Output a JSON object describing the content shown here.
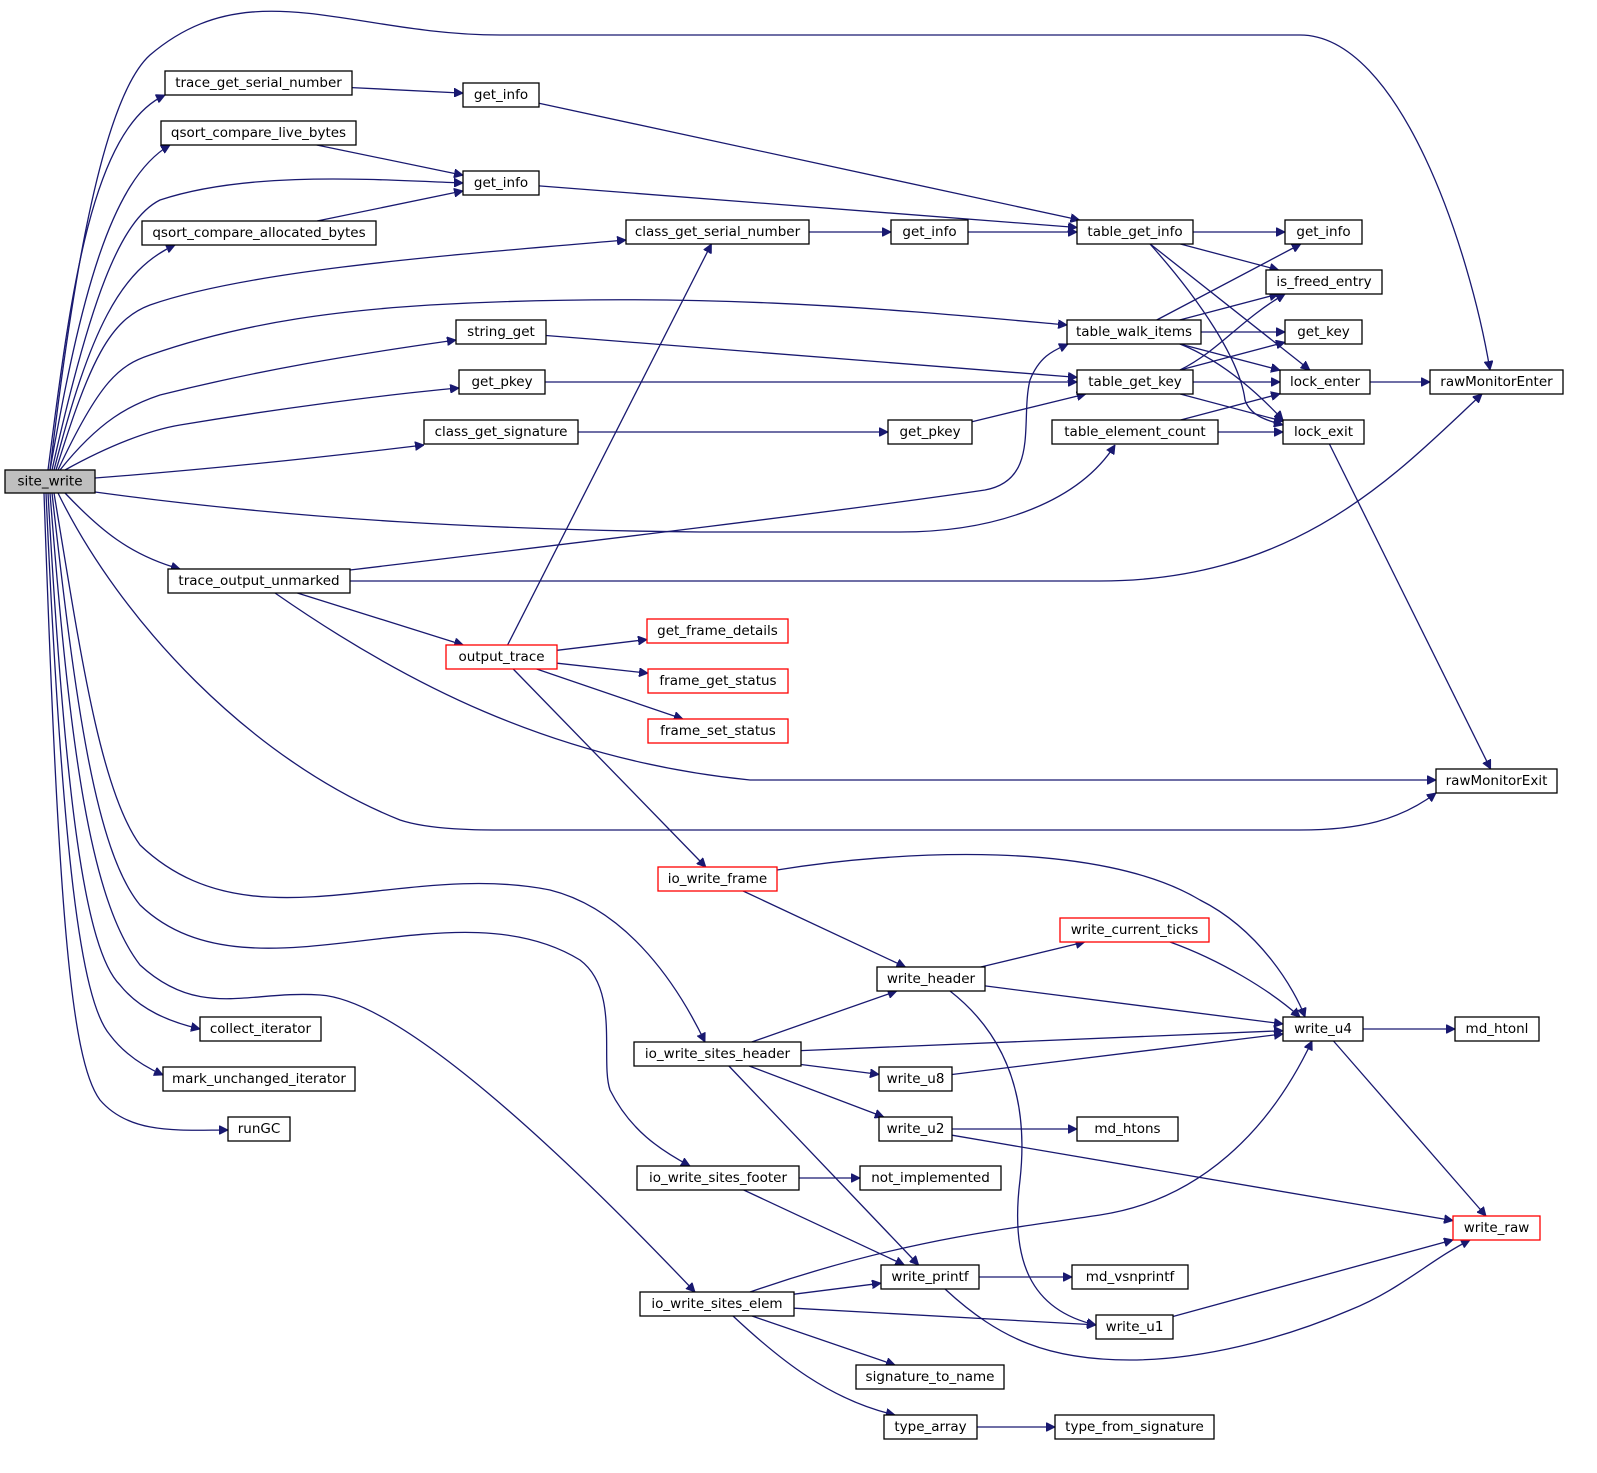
{
  "title": "site_write call graph",
  "colors": {
    "edge": "#191970",
    "node_border": "#000000",
    "node_border_incomplete": "#ff0000",
    "root_fill": "#bfbfbf"
  },
  "nodes": [
    {
      "id": "site_write",
      "label": "site_write",
      "root": true
    },
    {
      "id": "trace_get_serial_number",
      "label": "trace_get_serial_number"
    },
    {
      "id": "get_info_a",
      "label": "get_info"
    },
    {
      "id": "qsort_compare_live_bytes",
      "label": "qsort_compare_live_bytes"
    },
    {
      "id": "get_info_b",
      "label": "get_info"
    },
    {
      "id": "qsort_compare_allocated_bytes",
      "label": "qsort_compare_allocated_bytes"
    },
    {
      "id": "class_get_serial_number",
      "label": "class_get_serial_number"
    },
    {
      "id": "get_info_c",
      "label": "get_info"
    },
    {
      "id": "table_get_info",
      "label": "table_get_info"
    },
    {
      "id": "get_info_d",
      "label": "get_info"
    },
    {
      "id": "is_freed_entry",
      "label": "is_freed_entry"
    },
    {
      "id": "table_walk_items",
      "label": "table_walk_items"
    },
    {
      "id": "get_key",
      "label": "get_key"
    },
    {
      "id": "string_get",
      "label": "string_get"
    },
    {
      "id": "get_pkey_a",
      "label": "get_pkey"
    },
    {
      "id": "table_get_key",
      "label": "table_get_key"
    },
    {
      "id": "lock_enter",
      "label": "lock_enter"
    },
    {
      "id": "rawMonitorEnter",
      "label": "rawMonitorEnter"
    },
    {
      "id": "class_get_signature",
      "label": "class_get_signature"
    },
    {
      "id": "get_pkey_b",
      "label": "get_pkey"
    },
    {
      "id": "table_element_count",
      "label": "table_element_count"
    },
    {
      "id": "lock_exit",
      "label": "lock_exit"
    },
    {
      "id": "trace_output_unmarked",
      "label": "trace_output_unmarked"
    },
    {
      "id": "output_trace",
      "label": "output_trace",
      "incomplete": true
    },
    {
      "id": "get_frame_details",
      "label": "get_frame_details",
      "incomplete": true
    },
    {
      "id": "frame_get_status",
      "label": "frame_get_status",
      "incomplete": true
    },
    {
      "id": "frame_set_status",
      "label": "frame_set_status",
      "incomplete": true
    },
    {
      "id": "rawMonitorExit",
      "label": "rawMonitorExit"
    },
    {
      "id": "io_write_frame",
      "label": "io_write_frame",
      "incomplete": true
    },
    {
      "id": "write_current_ticks",
      "label": "write_current_ticks",
      "incomplete": true
    },
    {
      "id": "write_header",
      "label": "write_header"
    },
    {
      "id": "collect_iterator",
      "label": "collect_iterator"
    },
    {
      "id": "io_write_sites_header",
      "label": "io_write_sites_header"
    },
    {
      "id": "write_u4",
      "label": "write_u4"
    },
    {
      "id": "md_htonl",
      "label": "md_htonl"
    },
    {
      "id": "mark_unchanged_iterator",
      "label": "mark_unchanged_iterator"
    },
    {
      "id": "write_u8",
      "label": "write_u8"
    },
    {
      "id": "runGC",
      "label": "runGC"
    },
    {
      "id": "write_u2",
      "label": "write_u2"
    },
    {
      "id": "md_htons",
      "label": "md_htons"
    },
    {
      "id": "io_write_sites_footer",
      "label": "io_write_sites_footer"
    },
    {
      "id": "not_implemented",
      "label": "not_implemented"
    },
    {
      "id": "write_raw",
      "label": "write_raw",
      "incomplete": true
    },
    {
      "id": "write_printf",
      "label": "write_printf"
    },
    {
      "id": "md_vsnprintf",
      "label": "md_vsnprintf"
    },
    {
      "id": "io_write_sites_elem",
      "label": "io_write_sites_elem"
    },
    {
      "id": "write_u1",
      "label": "write_u1"
    },
    {
      "id": "signature_to_name",
      "label": "signature_to_name"
    },
    {
      "id": "type_array",
      "label": "type_array"
    },
    {
      "id": "type_from_signature",
      "label": "type_from_signature"
    }
  ],
  "edges": [
    [
      "site_write",
      "trace_get_serial_number"
    ],
    [
      "site_write",
      "qsort_compare_live_bytes"
    ],
    [
      "site_write",
      "get_info_b"
    ],
    [
      "site_write",
      "qsort_compare_allocated_bytes"
    ],
    [
      "site_write",
      "class_get_serial_number"
    ],
    [
      "site_write",
      "table_walk_items"
    ],
    [
      "site_write",
      "string_get"
    ],
    [
      "site_write",
      "get_pkey_a"
    ],
    [
      "site_write",
      "class_get_signature"
    ],
    [
      "site_write",
      "table_element_count"
    ],
    [
      "site_write",
      "trace_output_unmarked"
    ],
    [
      "site_write",
      "rawMonitorEnter"
    ],
    [
      "site_write",
      "rawMonitorExit"
    ],
    [
      "site_write",
      "io_write_sites_header"
    ],
    [
      "site_write",
      "io_write_sites_footer"
    ],
    [
      "site_write",
      "io_write_sites_elem"
    ],
    [
      "site_write",
      "collect_iterator"
    ],
    [
      "site_write",
      "mark_unchanged_iterator"
    ],
    [
      "site_write",
      "runGC"
    ],
    [
      "trace_get_serial_number",
      "get_info_a"
    ],
    [
      "get_info_a",
      "table_get_info"
    ],
    [
      "qsort_compare_live_bytes",
      "get_info_b"
    ],
    [
      "qsort_compare_allocated_bytes",
      "get_info_b"
    ],
    [
      "get_info_b",
      "table_get_info"
    ],
    [
      "class_get_serial_number",
      "get_info_c"
    ],
    [
      "get_info_c",
      "table_get_info"
    ],
    [
      "table_get_info",
      "get_info_d"
    ],
    [
      "table_get_info",
      "is_freed_entry"
    ],
    [
      "table_get_info",
      "lock_enter"
    ],
    [
      "table_get_info",
      "lock_exit"
    ],
    [
      "table_walk_items",
      "get_info_d"
    ],
    [
      "table_walk_items",
      "is_freed_entry"
    ],
    [
      "table_walk_items",
      "get_key"
    ],
    [
      "table_walk_items",
      "lock_enter"
    ],
    [
      "table_walk_items",
      "lock_exit"
    ],
    [
      "string_get",
      "table_get_key"
    ],
    [
      "get_pkey_a",
      "table_get_key"
    ],
    [
      "class_get_signature",
      "get_pkey_b"
    ],
    [
      "get_pkey_b",
      "table_get_key"
    ],
    [
      "table_get_key",
      "is_freed_entry"
    ],
    [
      "table_get_key",
      "get_key"
    ],
    [
      "table_get_key",
      "lock_enter"
    ],
    [
      "table_get_key",
      "lock_exit"
    ],
    [
      "table_element_count",
      "lock_enter"
    ],
    [
      "table_element_count",
      "lock_exit"
    ],
    [
      "lock_enter",
      "rawMonitorEnter"
    ],
    [
      "lock_exit",
      "rawMonitorExit"
    ],
    [
      "trace_output_unmarked",
      "table_walk_items"
    ],
    [
      "trace_output_unmarked",
      "rawMonitorEnter"
    ],
    [
      "trace_output_unmarked",
      "output_trace"
    ],
    [
      "trace_output_unmarked",
      "rawMonitorExit"
    ],
    [
      "output_trace",
      "class_get_serial_number"
    ],
    [
      "output_trace",
      "get_frame_details"
    ],
    [
      "output_trace",
      "frame_get_status"
    ],
    [
      "output_trace",
      "frame_set_status"
    ],
    [
      "output_trace",
      "io_write_frame"
    ],
    [
      "io_write_frame",
      "write_u4"
    ],
    [
      "io_write_frame",
      "write_header"
    ],
    [
      "write_header",
      "write_current_ticks"
    ],
    [
      "write_header",
      "write_u4"
    ],
    [
      "write_header",
      "write_u1"
    ],
    [
      "write_current_ticks",
      "write_u4"
    ],
    [
      "io_write_sites_header",
      "write_header"
    ],
    [
      "io_write_sites_header",
      "write_u4"
    ],
    [
      "io_write_sites_header",
      "write_u8"
    ],
    [
      "io_write_sites_header",
      "write_u2"
    ],
    [
      "io_write_sites_header",
      "write_printf"
    ],
    [
      "write_u8",
      "write_u4"
    ],
    [
      "write_u4",
      "md_htonl"
    ],
    [
      "write_u4",
      "write_raw"
    ],
    [
      "write_u2",
      "md_htons"
    ],
    [
      "write_u2",
      "write_raw"
    ],
    [
      "io_write_sites_footer",
      "not_implemented"
    ],
    [
      "io_write_sites_footer",
      "write_printf"
    ],
    [
      "io_write_sites_elem",
      "write_u4"
    ],
    [
      "io_write_sites_elem",
      "write_printf"
    ],
    [
      "io_write_sites_elem",
      "write_u1"
    ],
    [
      "io_write_sites_elem",
      "signature_to_name"
    ],
    [
      "io_write_sites_elem",
      "type_array"
    ],
    [
      "write_printf",
      "md_vsnprintf"
    ],
    [
      "write_printf",
      "write_raw"
    ],
    [
      "write_u1",
      "write_raw"
    ],
    [
      "type_array",
      "type_from_signature"
    ]
  ]
}
